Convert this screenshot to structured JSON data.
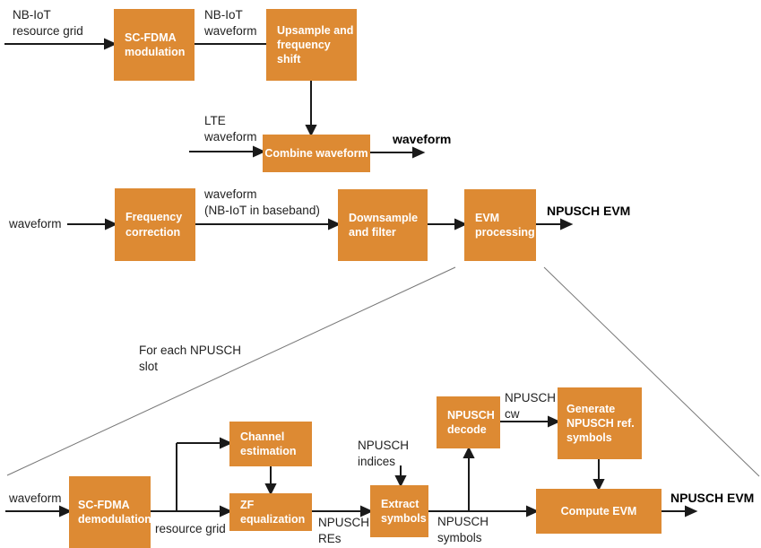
{
  "diagram": {
    "title_semantic": "NB-IoT NPUSCH EVM processing block diagram",
    "colors": {
      "box_fill": "#DD8A33",
      "box_text": "#FFFFFF",
      "label_text": "#222222",
      "arrow": "#1A1A1A",
      "diagonal_line": "#777777"
    },
    "boxes": {
      "sc_fdma_modulation": {
        "label": "SC-FDMA\nmodulation"
      },
      "upsample": {
        "label": "Upsample and\nfrequency shift"
      },
      "combine": {
        "label": "Combine waveform"
      },
      "frequency_correction": {
        "label": "Frequency\ncorrection"
      },
      "downsample": {
        "label": "Downsample\nand filter"
      },
      "evm_processing": {
        "label": "EVM\nprocessing"
      },
      "sc_fdma_demodulation": {
        "label": "SC-FDMA\ndemodulation"
      },
      "channel_estimation": {
        "label": "Channel\nestimation"
      },
      "zf_equalization": {
        "label": "ZF\nequalization"
      },
      "extract_symbols": {
        "label": "Extract\nsymbols"
      },
      "npusch_decode": {
        "label": "NPUSCH\ndecode"
      },
      "generate_ref_symbols": {
        "label": "Generate\nNPUSCH ref.\nsymbols"
      },
      "compute_evm": {
        "label": "Compute EVM"
      }
    },
    "labels": {
      "nbiot_resource_grid": "NB-IoT\nresource grid",
      "nbiot_waveform": "NB-IoT\nwaveform",
      "lte_waveform": "LTE\nwaveform",
      "waveform_out": "waveform",
      "waveform_in": "waveform",
      "waveform_baseband": "waveform\n(NB-IoT in baseband)",
      "npusch_evm_top": "NPUSCH EVM",
      "for_each_slot": "For each NPUSCH\nslot",
      "waveform_bottom": "waveform",
      "resource_grid": "resource grid",
      "npusch_res": "NPUSCH\nREs",
      "npusch_indices": "NPUSCH\nindices",
      "npusch_symbols": "NPUSCH\nsymbols",
      "npusch_cw": "NPUSCH\ncw",
      "npusch_evm_bottom": "NPUSCH EVM"
    }
  }
}
